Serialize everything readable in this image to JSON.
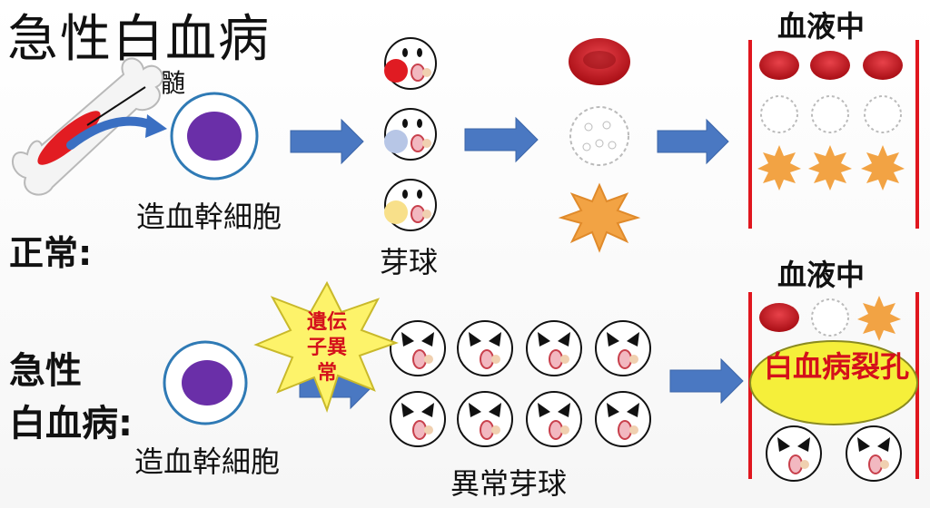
{
  "slide": {
    "title": "急性白血病",
    "bone_marrow_label": "骨髄",
    "normal_label": "正常:",
    "leukemia_label_line1": "急性",
    "leukemia_label_line2": "白血病:",
    "stem_cell_label_top": "造血幹細胞",
    "stem_cell_label_bottom": "造血幹細胞",
    "blast_label": "芽球",
    "abnormal_blast_label": "異常芽球",
    "blood_label_top": "血液中",
    "blood_label_bottom": "血液中",
    "gene_abnormality_label": "遺伝子異常",
    "leukemic_gap_label": "白血病裂孔"
  },
  "colors": {
    "arrow": "#4a78c2",
    "red_cell": "#c8141b",
    "platelet": "#f2a344",
    "stem_nucleus": "#6a2fa8",
    "burst": "#fdf36a",
    "gap_fill": "#f5ef3a",
    "border_line": "#e0161e"
  }
}
